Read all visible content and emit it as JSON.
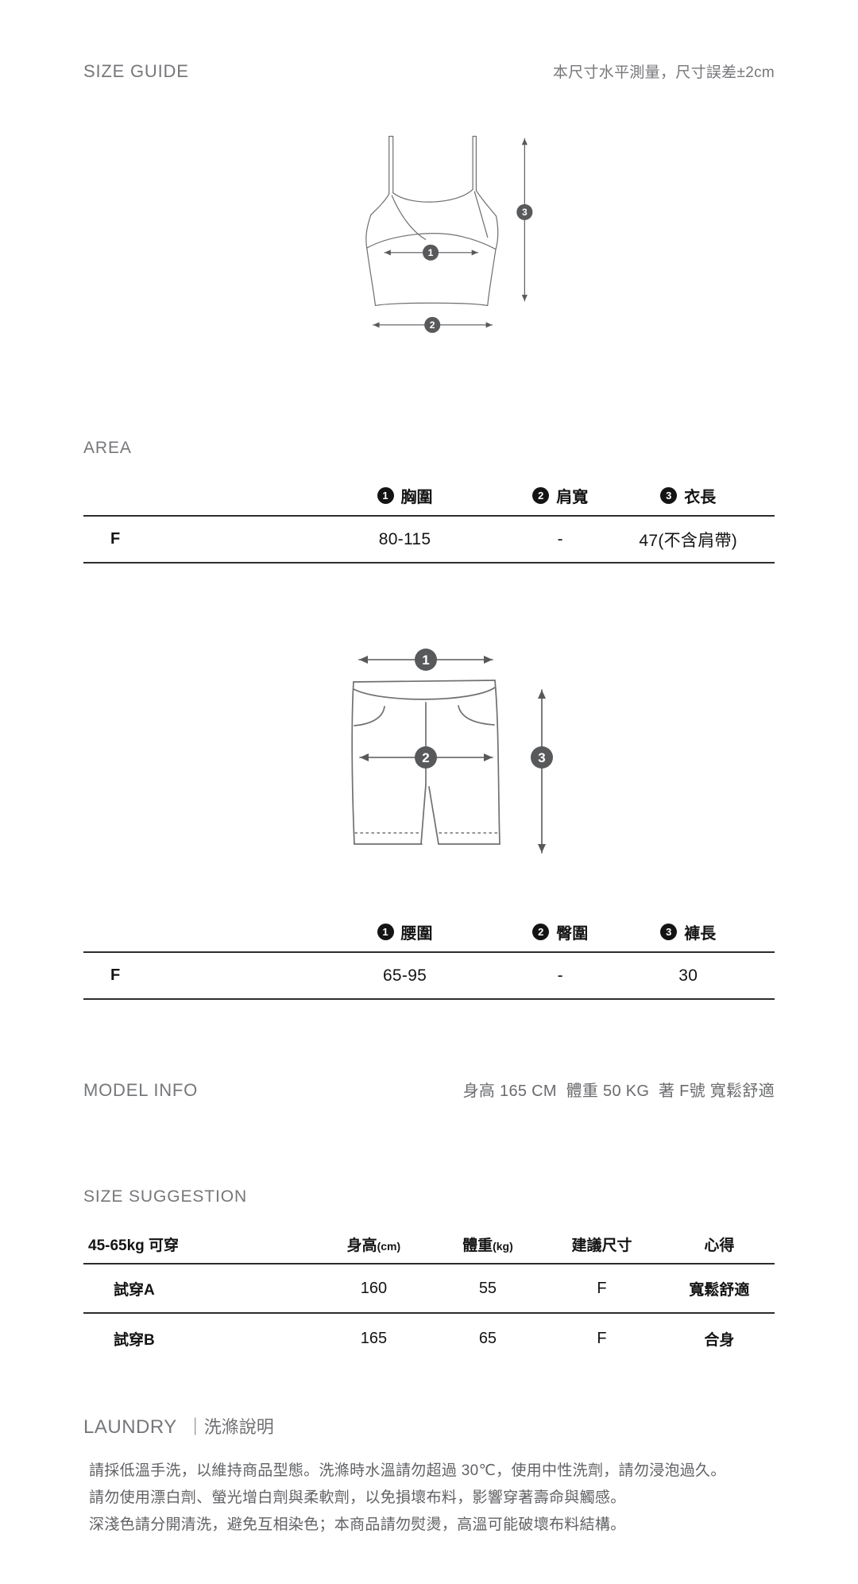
{
  "header": {
    "title": "SIZE GUIDE",
    "note": "本尺寸水平測量，尺寸誤差±2cm"
  },
  "area": {
    "heading": "AREA",
    "top_diagram_markers": {
      "m1": "1",
      "m2": "2",
      "m3": "3"
    },
    "bottom_diagram_markers": {
      "m1": "1",
      "m2": "2",
      "m3": "3"
    },
    "top_table": {
      "size_label": "F",
      "cols": [
        {
          "num": "1",
          "label": "胸圍"
        },
        {
          "num": "2",
          "label": "肩寬"
        },
        {
          "num": "3",
          "label": "衣長"
        }
      ],
      "values": [
        "80-115",
        "-",
        "47(不含肩帶)"
      ]
    },
    "bottom_table": {
      "size_label": "F",
      "cols": [
        {
          "num": "1",
          "label": "腰圍"
        },
        {
          "num": "2",
          "label": "臀圍"
        },
        {
          "num": "3",
          "label": "褲長"
        }
      ],
      "values": [
        "65-95",
        "-",
        "30"
      ]
    }
  },
  "model_info": {
    "heading": "MODEL INFO",
    "details": "身高 165 CM  體重 50 KG  著 F號 寬鬆舒適"
  },
  "size_suggestion": {
    "heading": "SIZE SUGGESTION",
    "columns": {
      "fit": "45-65kg 可穿",
      "height": "身高",
      "height_unit": "(cm)",
      "weight": "體重",
      "weight_unit": "(kg)",
      "size": "建議尺寸",
      "feel": "心得"
    },
    "rows": [
      {
        "name": "試穿A",
        "height": "160",
        "weight": "55",
        "size": "F",
        "feel": "寬鬆舒適"
      },
      {
        "name": "試穿B",
        "height": "165",
        "weight": "65",
        "size": "F",
        "feel": "合身"
      }
    ]
  },
  "laundry": {
    "heading_en": "LAUNDRY",
    "heading_zh": "｜洗滌說明",
    "lines": [
      "請採低溫手洗，以維持商品型態。洗滌時水溫請勿超過 30℃，使用中性洗劑，請勿浸泡過久。",
      "請勿使用漂白劑、螢光增白劑與柔軟劑，以免損壞布料，影響穿著壽命與觸感。",
      "深淺色請分開清洗，避免互相染色；本商品請勿熨燙，高溫可能破壞布料結構。"
    ]
  },
  "colors": {
    "heading_gray": "#76777a",
    "body_gray": "#616265",
    "table_black": "#141414",
    "rule_dark": "#2d2d2d",
    "sketch_gray": "#6f7073",
    "badge_dark": "#58595b"
  }
}
